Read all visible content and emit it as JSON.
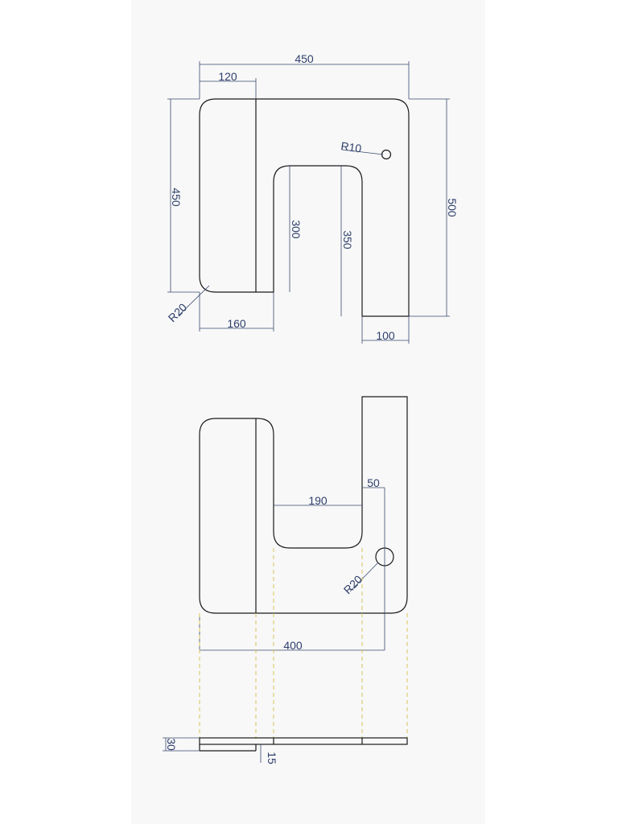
{
  "top_view": {
    "dim_overall_width": "450",
    "dim_left_strip": "120",
    "dim_hole_radius": "R10",
    "dim_left_height": "450",
    "dim_overall_height": "500",
    "dim_inner_slot_left": "300",
    "dim_inner_slot_right": "350",
    "dim_corner_radius": "R20",
    "dim_bottom_left": "160",
    "dim_bottom_right": "100"
  },
  "middle_view": {
    "dim_right_offset": "50",
    "dim_slot_width": "190",
    "dim_hole_radius": "R20",
    "dim_total": "400"
  },
  "side_view": {
    "dim_thickness": "30",
    "dim_step": "15"
  },
  "colors": {
    "outline": "#1a1a1a",
    "dimension": "#3a4a6e",
    "projection": "#d9c45a"
  }
}
